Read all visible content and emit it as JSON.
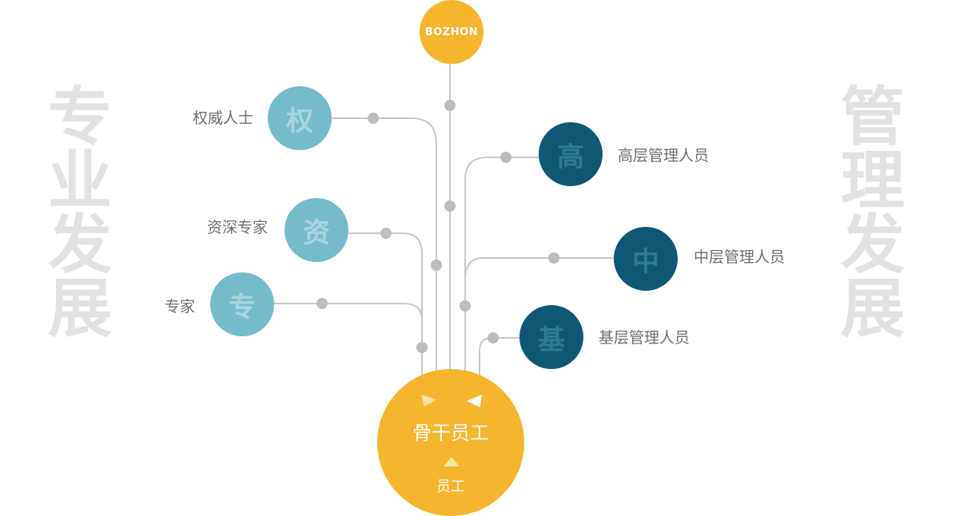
{
  "logo": {
    "text": "BOZHON"
  },
  "left_title": [
    "专",
    "业",
    "发",
    "展"
  ],
  "right_title": [
    "管",
    "理",
    "发",
    "展"
  ],
  "core": {
    "title": "骨干员工",
    "subtitle": "员工"
  },
  "professional_track": [
    {
      "char": "权",
      "label": "权威人士"
    },
    {
      "char": "资",
      "label": "资深专家"
    },
    {
      "char": "专",
      "label": "专家"
    }
  ],
  "management_track": [
    {
      "char": "高",
      "label": "高层管理人员"
    },
    {
      "char": "中",
      "label": "中层管理人员"
    },
    {
      "char": "基",
      "label": "基层管理人员"
    }
  ],
  "colors": {
    "core": "#f5b52c",
    "professional": "#74bcc8",
    "management": "#0f5874",
    "title": "#e2e2e2",
    "line": "#c9c9c9",
    "dot": "#bdbdbd"
  }
}
